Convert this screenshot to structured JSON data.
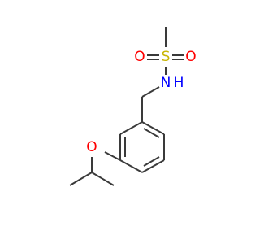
{
  "molecule": {
    "atoms": {
      "sulfur": {
        "label": "S",
        "color": "#c8b400"
      },
      "oxygen_left": {
        "label": "O",
        "color": "#ff0000"
      },
      "oxygen_right": {
        "label": "O",
        "color": "#ff0000"
      },
      "nitrogen": {
        "label": "N",
        "color": "#0000ff"
      },
      "hydrogen": {
        "label": "H",
        "color": "#0000ff"
      },
      "ether_oxygen": {
        "label": "O",
        "color": "#ff0000"
      }
    },
    "bond_color": "#3a3a3a"
  }
}
